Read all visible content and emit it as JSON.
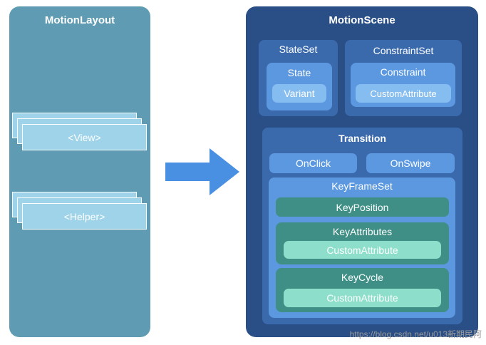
{
  "left": {
    "title": "MotionLayout",
    "view_label": "<View>",
    "helper_label": "<Helper>"
  },
  "right": {
    "title": "MotionScene",
    "stateset": {
      "title": "StateSet",
      "state": "State",
      "variant": "Variant"
    },
    "constraintset": {
      "title": "ConstraintSet",
      "constraint": "Constraint",
      "custom": "CustomAttribute"
    },
    "transition": {
      "title": "Transition",
      "onclick": "OnClick",
      "onswipe": "OnSwipe",
      "keyframeset": {
        "title": "KeyFrameSet",
        "keyposition": "KeyPosition",
        "keyattributes": "KeyAttributes",
        "keyattributes_custom": "CustomAttribute",
        "keycycle": "KeyCycle",
        "keycycle_custom": "CustomAttribute"
      }
    }
  },
  "watermark": "https://blog.csdn.net/u013新期民阿",
  "colors": {
    "left_panel": "#5f9cb3",
    "right_panel": "#2a4f86",
    "arrow": "#4a90e2",
    "section": "#3a6aac",
    "inner_block": "#5b98e0",
    "teal": "#3f8f86",
    "mint": "#8ddfcb"
  }
}
